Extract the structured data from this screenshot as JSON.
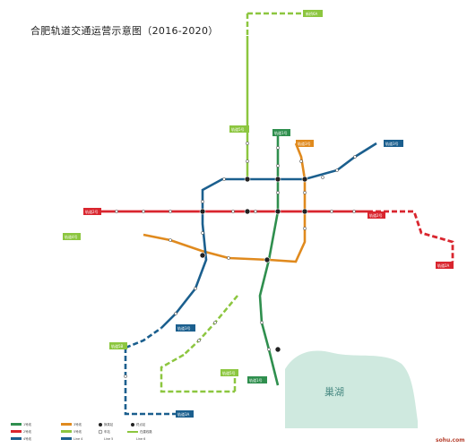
{
  "title": "合肥轨道交通运营示意图（2016-2020）",
  "lake_name": "巢湖",
  "watermark": "sohu.com",
  "colors": {
    "line1": "#2f8f4e",
    "line2": "#d9252e",
    "line3": "#e08a1e",
    "line4": "#1b5f8e",
    "line5": "#8cc63f",
    "lake": "#cfe9df",
    "interchange": "#222222"
  },
  "line_labels": {
    "l6a": "新桥6A",
    "l1n": "轨道1号",
    "l3n": "轨道3号",
    "l5n": "轨道5号",
    "l3e": "轨道3号",
    "l2w": "轨道2号",
    "l4w": "轨道4号",
    "l2e": "轨道2号",
    "l2a": "轨道2A",
    "l5b": "轨道5B",
    "l4s": "轨道3号",
    "l3a": "轨道3A",
    "l1s": "轨道1号",
    "l5s": "轨道5号"
  },
  "legend": {
    "items": [
      "1号线",
      "2号线",
      "3号线",
      "4号线",
      "5号线",
      "Line 4",
      "Line 5",
      "Line 6",
      "换乘站",
      "终点站",
      "车站",
      "在建线路"
    ]
  }
}
